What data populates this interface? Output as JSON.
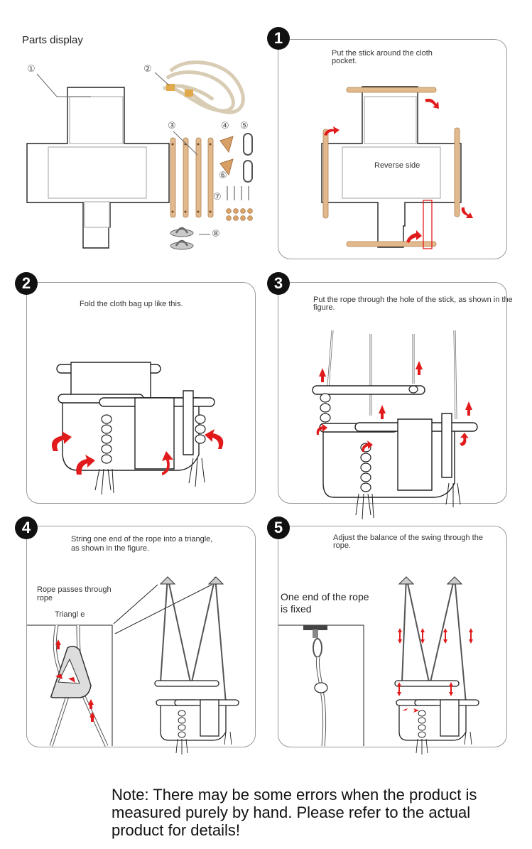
{
  "parts": {
    "title": "Parts display",
    "labels": [
      "①",
      "②",
      "③",
      "④",
      "⑤",
      "⑥",
      "⑦",
      "⑧"
    ]
  },
  "steps": [
    {
      "number": "1",
      "caption": "Put the stick around the cloth pocket.",
      "inner_label": "Reverse side"
    },
    {
      "number": "2",
      "caption": "Fold the cloth bag up like this."
    },
    {
      "number": "3",
      "caption": "Put the rope through the hole of the stick, as shown in the figure."
    },
    {
      "number": "4",
      "caption": "String one end of the rope into a triangle, as shown in the figure.",
      "label_rope": "Rope passes through rope",
      "label_triangle": "Triangl e"
    },
    {
      "number": "5",
      "caption": "Adjust the balance of the swing through the rope.",
      "label_fixed": "One end of the rope is fixed"
    }
  ],
  "note": "Note: There may be some errors when the product is measured purely by hand. Please refer to the actual product for details!",
  "colors": {
    "arrow": "#e11b1b",
    "wood": "#e2b98c",
    "line": "#222222",
    "panel_border": "#9a9a9a"
  }
}
